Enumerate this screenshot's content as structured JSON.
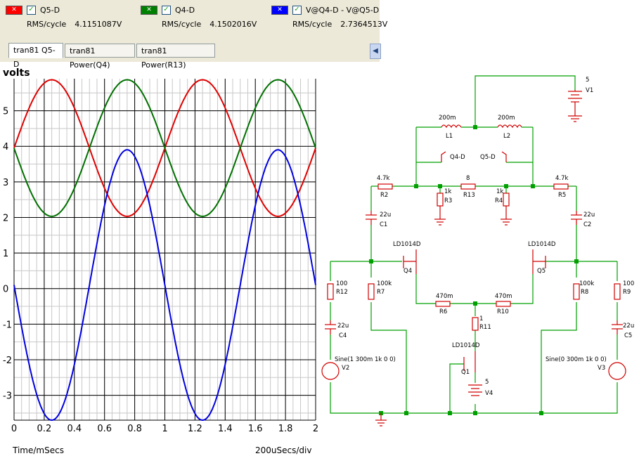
{
  "legend": [
    {
      "name": "Q5-D",
      "color": "#ff0000",
      "measure_label": "RMS/cycle",
      "measure_value": "4.1151087V"
    },
    {
      "name": "Q4-D",
      "color": "#008000",
      "measure_label": "RMS/cycle",
      "measure_value": "4.1502016V"
    },
    {
      "name": "V@Q4-D - V@Q5-D",
      "color": "#0000ff",
      "measure_label": "RMS/cycle",
      "measure_value": "2.7364513V"
    }
  ],
  "tabs": [
    "tran81 Q5-D",
    "tran81 Power(Q4)",
    "tran81 Power(R13)"
  ],
  "plot": {
    "y_unit": "volts",
    "x_label": "Time/mSecs",
    "x_div": "200uSecs/div",
    "x_ticks": [
      "0",
      "0.2",
      "0.4",
      "0.6",
      "0.8",
      "1",
      "1.2",
      "1.4",
      "1.6",
      "1.8",
      "2"
    ],
    "y_ticks": [
      "5",
      "4",
      "3",
      "2",
      "1",
      "0",
      "-1",
      "-2",
      "-3"
    ]
  },
  "chart_data": {
    "type": "line",
    "xlabel": "Time/mSecs",
    "ylabel": "volts",
    "xlim": [
      0,
      2
    ],
    "ylim": [
      -3.7,
      5.9
    ],
    "grid": true,
    "series": [
      {
        "name": "Q5-D",
        "color": "#e00000",
        "offset": 3.95,
        "amplitude": 1.92,
        "freq_khz": 1,
        "phase": "sin"
      },
      {
        "name": "Q4-D",
        "color": "#007000",
        "offset": 3.95,
        "amplitude": 1.92,
        "freq_khz": 1,
        "phase": "-sin"
      },
      {
        "name": "V@Q4-D - V@Q5-D",
        "color": "#0000e0",
        "offset": 0.1,
        "amplitude": 3.8,
        "freq_khz": 1,
        "phase": "-sin"
      }
    ]
  },
  "schematic": {
    "labels": [
      {
        "id": "v1",
        "text": "5"
      },
      {
        "id": "v1n",
        "text": "V1"
      },
      {
        "id": "l1v",
        "text": "200m"
      },
      {
        "id": "l1n",
        "text": "L1"
      },
      {
        "id": "l2v",
        "text": "200m"
      },
      {
        "id": "l2n",
        "text": "L2"
      },
      {
        "id": "q4d",
        "text": "Q4-D"
      },
      {
        "id": "q5d",
        "text": "Q5-D"
      },
      {
        "id": "r2v",
        "text": "4.7k"
      },
      {
        "id": "r2n",
        "text": "R2"
      },
      {
        "id": "r13v",
        "text": "8"
      },
      {
        "id": "r13n",
        "text": "R13"
      },
      {
        "id": "r3v",
        "text": "1k"
      },
      {
        "id": "r3n",
        "text": "R3"
      },
      {
        "id": "r4v",
        "text": "1k"
      },
      {
        "id": "r4n",
        "text": "R4"
      },
      {
        "id": "r5v",
        "text": "4.7k"
      },
      {
        "id": "r5n",
        "text": "R5"
      },
      {
        "id": "c1v",
        "text": "22u"
      },
      {
        "id": "c1n",
        "text": "C1"
      },
      {
        "id": "c2v",
        "text": "22u"
      },
      {
        "id": "c2n",
        "text": "C2"
      },
      {
        "id": "q4t",
        "text": "LD1014D"
      },
      {
        "id": "q4n",
        "text": "Q4"
      },
      {
        "id": "q5t",
        "text": "LD1014D"
      },
      {
        "id": "q5n",
        "text": "Q5"
      },
      {
        "id": "r12v",
        "text": "100"
      },
      {
        "id": "r12n",
        "text": "R12"
      },
      {
        "id": "r7v",
        "text": "100k"
      },
      {
        "id": "r7n",
        "text": "R7"
      },
      {
        "id": "r6v",
        "text": "470m"
      },
      {
        "id": "r6n",
        "text": "R6"
      },
      {
        "id": "r10v",
        "text": "470m"
      },
      {
        "id": "r10n",
        "text": "R10"
      },
      {
        "id": "r8v",
        "text": "100k"
      },
      {
        "id": "r8n",
        "text": "R8"
      },
      {
        "id": "r9v",
        "text": "100"
      },
      {
        "id": "r9n",
        "text": "R9"
      },
      {
        "id": "r11v",
        "text": "1"
      },
      {
        "id": "r11n",
        "text": "R11"
      },
      {
        "id": "c4v",
        "text": "22u"
      },
      {
        "id": "c4n",
        "text": "C4"
      },
      {
        "id": "c5v",
        "text": "22u"
      },
      {
        "id": "c5n",
        "text": "C5"
      },
      {
        "id": "q1t",
        "text": "LD1014D"
      },
      {
        "id": "q1n",
        "text": "Q1"
      },
      {
        "id": "v2s",
        "text": "Sine(1 300m 1k 0 0)"
      },
      {
        "id": "v2n",
        "text": "V2"
      },
      {
        "id": "v3s",
        "text": "Sine(0 300m 1k 0 0)"
      },
      {
        "id": "v3n",
        "text": "V3"
      },
      {
        "id": "v4v",
        "text": "5"
      },
      {
        "id": "v4n",
        "text": "V4"
      }
    ]
  }
}
